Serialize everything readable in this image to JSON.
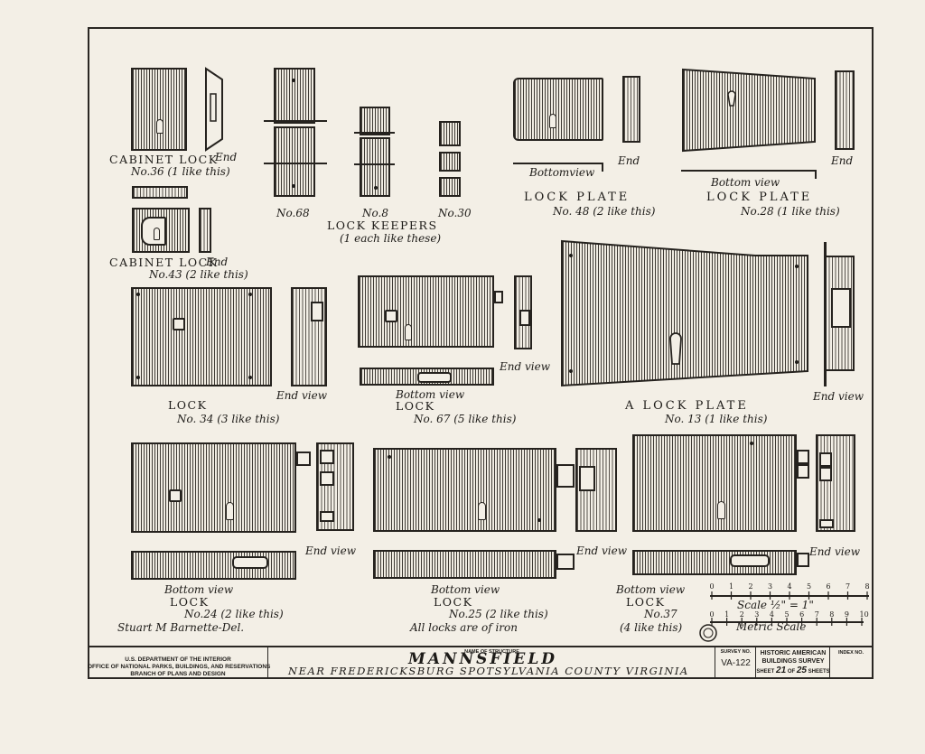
{
  "drawings": {
    "cabinet_lock_36": {
      "title": "CABINET LOCK",
      "end": "End",
      "number": "No.36 (1 like this)"
    },
    "lock_keepers": {
      "n68": "No.68",
      "n8": "No.8",
      "n30": "No.30",
      "title": "LOCK KEEPERS",
      "note": "(1 each like these)"
    },
    "lock_plate_48": {
      "bottom": "Bottomview",
      "end": "End",
      "title": "LOCK PLATE",
      "number": "No. 48 (2 like this)"
    },
    "lock_plate_28": {
      "bottom": "Bottom view",
      "end": "End",
      "title": "LOCK PLATE",
      "number": "No.28 (1 like this)"
    },
    "cabinet_lock_43": {
      "title": "CABINET LOCK",
      "end": "End",
      "number": "No.43 (2 like this)"
    },
    "lock_34": {
      "title": "LOCK",
      "end": "End view",
      "number": "No. 34 (3 like this)"
    },
    "lock_67": {
      "bottom": "Bottom view",
      "end": "End view",
      "title": "LOCK",
      "number": "No. 67 (5 like this)"
    },
    "lock_plate_13": {
      "title": "A LOCK PLATE",
      "end": "End view",
      "number": "No. 13 (1 like this)"
    },
    "lock_24": {
      "end": "End view",
      "bottom": "Bottom view",
      "title": "LOCK",
      "number": "No.24 (2 like this)",
      "credit": "Stuart M Barnette-Del."
    },
    "lock_25": {
      "end": "End view",
      "bottom": "Bottom view",
      "title": "LOCK",
      "number": "No.25 (2 like this)",
      "note": "All locks are of iron"
    },
    "lock_37": {
      "end": "End view",
      "bottom": "Bottom view",
      "title": "LOCK",
      "number": "No.37",
      "count": "(4 like this)"
    }
  },
  "scales": {
    "imperial_ticks": [
      "0",
      "1",
      "2",
      "3",
      "4",
      "5",
      "6",
      "7",
      "8"
    ],
    "imperial_label": "Scale ½\" = 1\"",
    "metric_ticks": [
      "0",
      "1",
      "2",
      "3",
      "4",
      "5",
      "6",
      "7",
      "8",
      "9",
      "10"
    ],
    "metric_label": "Metric Scale"
  },
  "title_block": {
    "agency_1": "U.S. DEPARTMENT OF THE INTERIOR",
    "agency_2": "OFFICE OF NATIONAL PARKS, BUILDINGS, AND RESERVATIONS",
    "agency_3": "BRANCH OF PLANS AND DESIGN",
    "structure_caption": "NAME OF STRUCTURE",
    "structure_name": "MANNSFIELD",
    "location": "NEAR FREDERICKSBURG   SPOTSYLVANIA   COUNTY         VIRGINIA",
    "survey_caption": "SURVEY NO.",
    "survey_no": "VA-122",
    "habs_1": "HISTORIC AMERICAN",
    "habs_2": "BUILDINGS SURVEY",
    "sheet_word": "SHEET",
    "sheet_no": "21",
    "of_word": "OF",
    "sheet_total": "25",
    "sheets_word": "SHEETS",
    "index_caption": "INDEX NO."
  }
}
